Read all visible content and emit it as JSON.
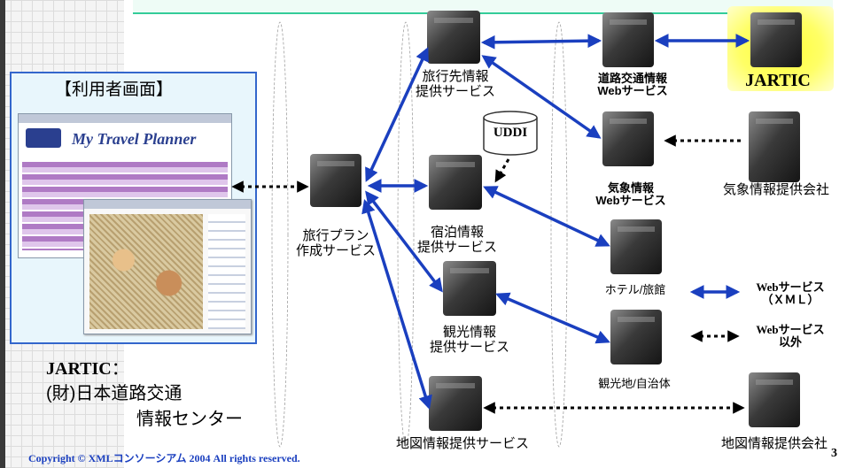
{
  "user_screen": {
    "title": "【利用者画面】",
    "app_title": "My Travel Planner"
  },
  "nodes": {
    "plan": "旅行プラン\n作成サービス",
    "destination": "旅行先情報\n提供サービス",
    "lodging": "宿泊情報\n提供サービス",
    "sightseeing": "観光情報\n提供サービス",
    "map": "地図情報提供サービス",
    "road_web": "道路交通情報\nWebサービス",
    "weather_web": "気象情報\nWebサービス",
    "hotel": "ホテル/旅館",
    "municipality": "観光地/自治体",
    "jartic": "JARTIC",
    "weather_company": "気象情報提供会社",
    "map_company": "地図情報提供会社",
    "uddi": "UDDI"
  },
  "legend": {
    "web_service": "Webサービス\n（ＸＭＬ）",
    "non_web_service": "Webサービス\n以外"
  },
  "jartic_note": {
    "term": "JARTIC",
    "colon": "：",
    "line1": "(財)日本道路交通",
    "line2": "情報センター"
  },
  "footer": {
    "copyright": "Copyright © XMLコンソーシアム  2004 All rights reserved.",
    "page_number": "3"
  },
  "colors": {
    "web_arrow": "#1a3fbf",
    "non_web_arrow": "#000000",
    "panel_border": "#3366cc",
    "jartic_highlight": "#ffff33"
  }
}
